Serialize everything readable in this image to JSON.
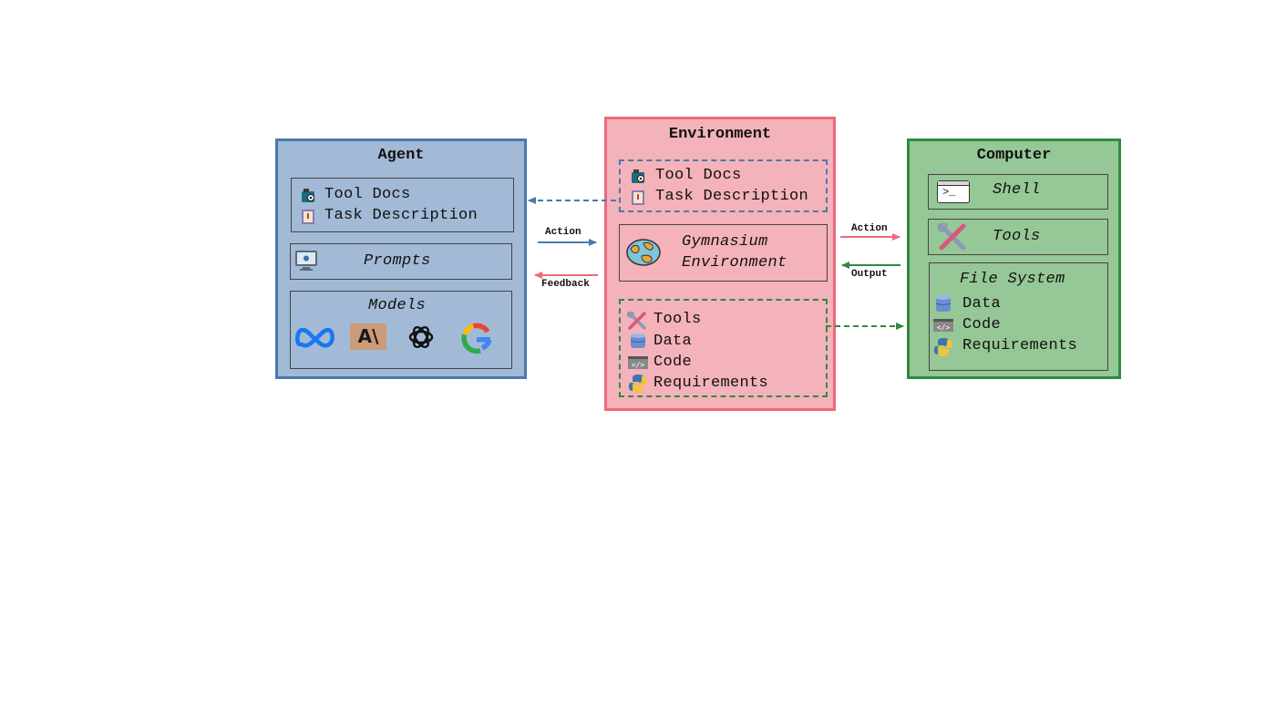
{
  "agent": {
    "title": "Agent",
    "docs": [
      "Tool Docs",
      "Task Description"
    ],
    "prompts": "Prompts",
    "models_label": "Models",
    "model_icons": [
      "meta-icon",
      "anthropic-icon",
      "openai-icon",
      "google-icon"
    ],
    "anthropic_text": "A\\"
  },
  "environment": {
    "title": "Environment",
    "docs": [
      "Tool Docs",
      "Task Description"
    ],
    "gym": [
      "Gymnasium",
      "Environment"
    ],
    "resources": [
      "Tools",
      "Data",
      "Code",
      "Requirements"
    ]
  },
  "computer": {
    "title": "Computer",
    "shell": "Shell",
    "tools": "Tools",
    "fs_label": "File System",
    "fs_items": [
      "Data",
      "Code",
      "Requirements"
    ],
    "shell_prompt": ">_"
  },
  "arrows": {
    "agent_action": "Action",
    "agent_feedback": "Feedback",
    "computer_action": "Action",
    "computer_output": "Output"
  },
  "colors": {
    "agent_fill": "#a3bad6",
    "agent_border": "#4a79ad",
    "env_fill": "#f4b2ba",
    "env_border": "#ec6a7a",
    "computer_fill": "#96c796",
    "computer_border": "#2e8b3e"
  }
}
